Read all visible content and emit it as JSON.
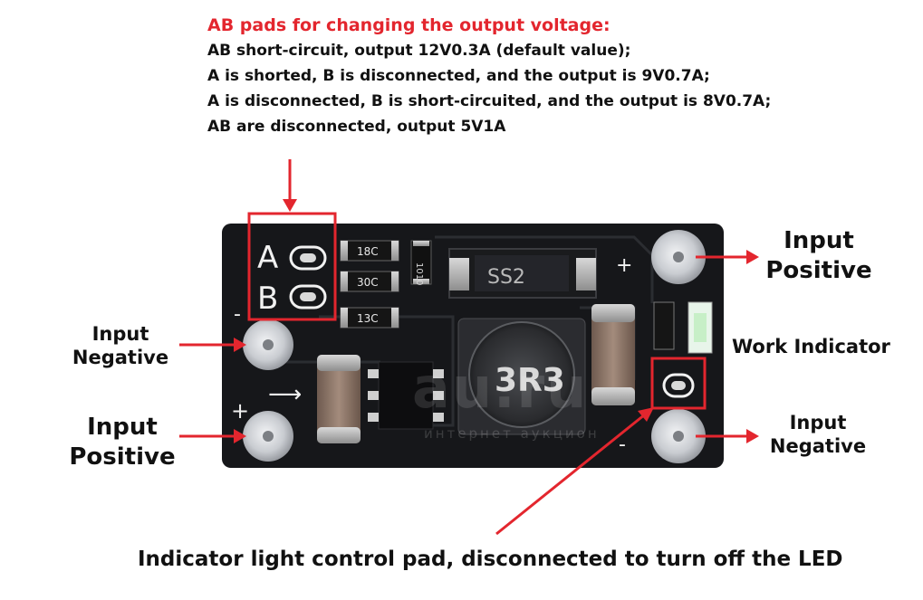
{
  "notes": {
    "heading": "AB pads for changing the output voltage:",
    "lines": [
      "AB short-circuit, output 12V0.3A (default value);",
      "A is shorted, B is disconnected, and the output is 9V0.7A;",
      "A is disconnected, B is short-circuited, and the output is 8V0.7A;",
      "AB are disconnected, output 5V1A"
    ]
  },
  "labels": {
    "input_negative_left": [
      "Input",
      "Negative"
    ],
    "input_positive_left": [
      "Input",
      "Positive"
    ],
    "input_positive_right": [
      "Input",
      "Positive"
    ],
    "work_indicator": "Work Indicator",
    "input_negative_right": [
      "Input",
      "Negative"
    ],
    "indicator_pad": "Indicator light control pad, disconnected to turn off the LED"
  },
  "board": {
    "pad_a": "A",
    "pad_b": "B",
    "plus_right": "+",
    "minus_left": "-",
    "plus_left": "+",
    "minus_right": "-",
    "resistor_1": "18C",
    "resistor_2": "30C",
    "resistor_3": "13C",
    "diode_marking": "SS2",
    "inductor_marking": "3R3",
    "diode_small": "1010"
  },
  "watermark": {
    "text": "au.ru",
    "subtext": "интернет аукцион"
  },
  "colors": {
    "accent_red": "#e3262e",
    "board": "#16171a",
    "pad_silver": "#c9ccd1",
    "text": "#111111"
  }
}
